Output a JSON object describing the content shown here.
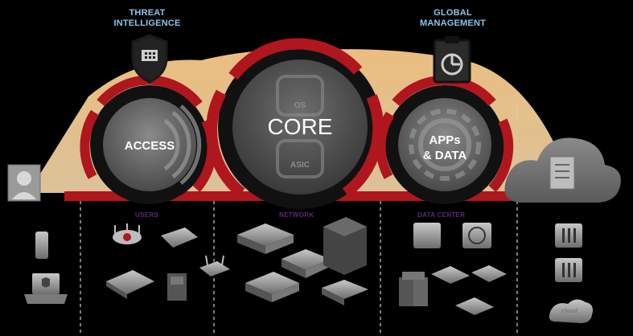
{
  "labels": {
    "threat_intelligence": [
      "THREAT",
      "INTELLIGENCE"
    ],
    "global_management": [
      "GLOBAL",
      "MANAGEMENT"
    ],
    "access": "ACCESS",
    "core": "CORE",
    "apps_data": [
      "APPs",
      "& DATA"
    ],
    "os": "OS",
    "asic": "ASIC",
    "users": "USERS",
    "network": "NETWORK",
    "data_center": "DATA CENTER",
    "cloud": "cloud"
  },
  "colors": {
    "background": "#000000",
    "ring_red": "#b0161e",
    "glow_orange": "#f6c27a",
    "label_blue": "#8fc3e8",
    "section_purple": "#5a2a78",
    "device_gray": "#9a9a9a"
  },
  "icons": {
    "threat": "shield-icon",
    "management": "clipboard-chart-icon",
    "access": "wifi-icon",
    "apps": "gear-icon",
    "cloud": "cloud-document-icon"
  }
}
